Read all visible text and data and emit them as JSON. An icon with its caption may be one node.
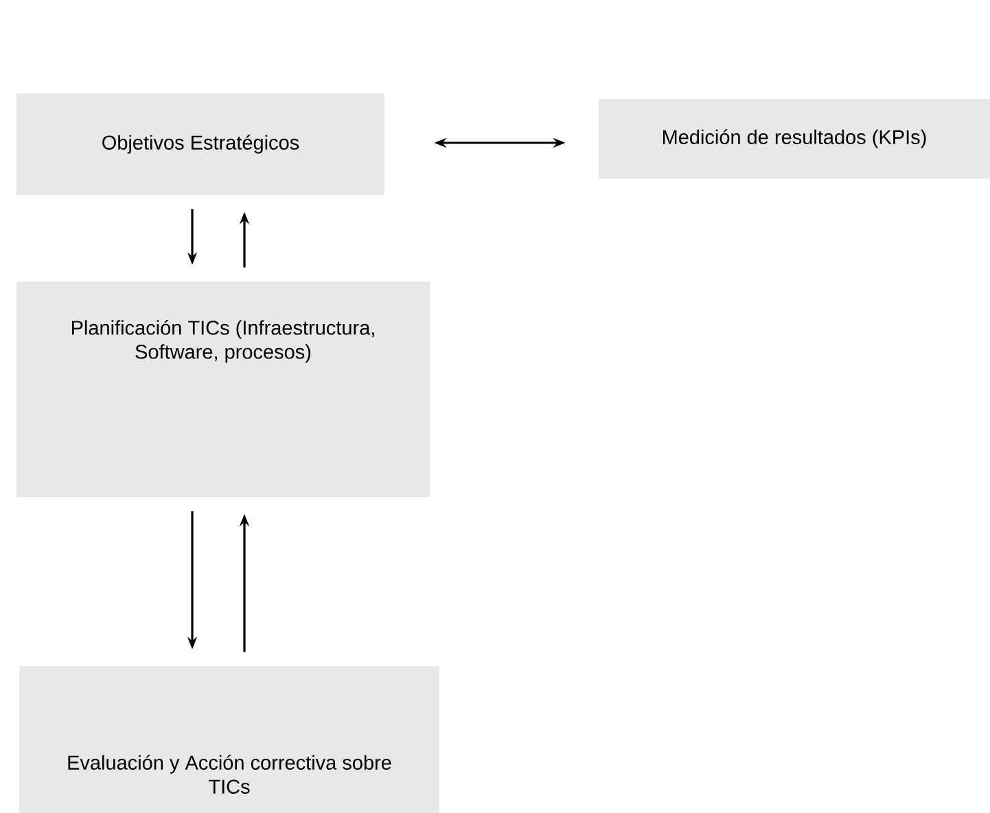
{
  "diagram": {
    "nodes": [
      {
        "text": [
          "Objetivos Estratégicos"
        ]
      },
      {
        "text": [
          "Medición de resultados (KPIs)"
        ]
      },
      {
        "text": [
          "Planificación TICs (Infraestructura, Software, procesos)"
        ]
      },
      {
        "text": [
          "Evaluación y Acción correctiva sobre TICs"
        ]
      }
    ],
    "edges": [
      {
        "from": 0,
        "to": 1,
        "arrow": "both"
      },
      {
        "from": 0,
        "to": 2,
        "arrow": "to"
      },
      {
        "from": 2,
        "to": 0,
        "arrow": "to"
      },
      {
        "from": 2,
        "to": 3,
        "arrow": "to"
      },
      {
        "from": 3,
        "to": 2,
        "arrow": "to"
      }
    ]
  }
}
